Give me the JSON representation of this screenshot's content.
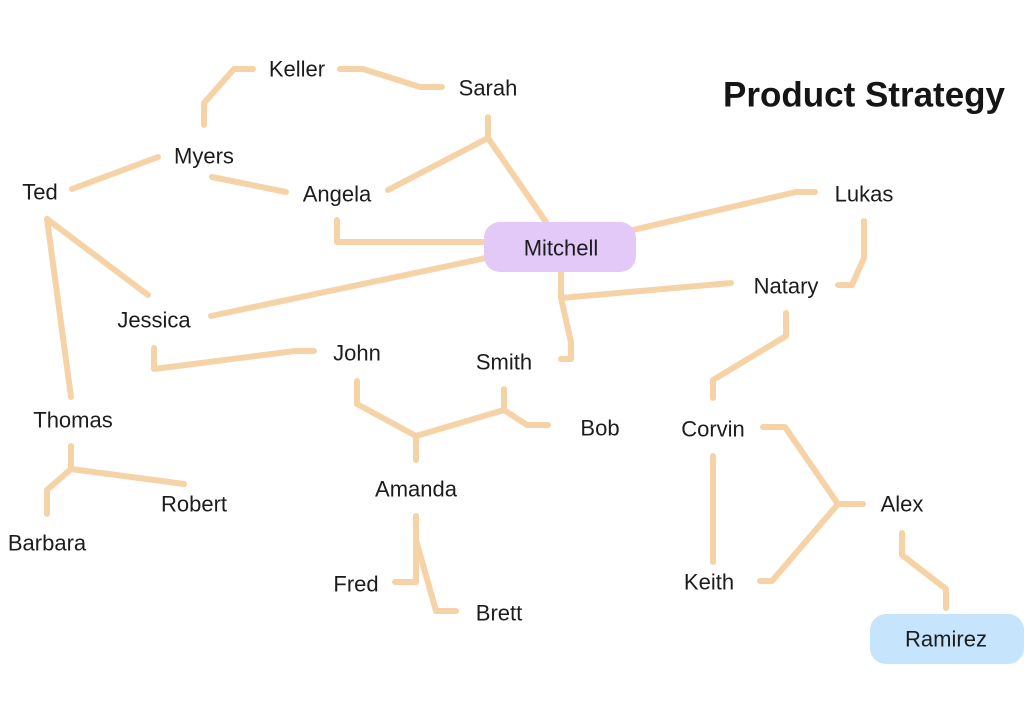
{
  "title": "Product Strategy",
  "colors": {
    "edge": "#f6d3a6",
    "mitchell_highlight": "#e2c9f8",
    "ramirez_highlight": "#c6e4fb",
    "text": "#1c1c1c"
  },
  "nodes": {
    "keller": "Keller",
    "sarah": "Sarah",
    "myers": "Myers",
    "ted": "Ted",
    "angela": "Angela",
    "lukas": "Lukas",
    "mitchell": "Mitchell",
    "natary": "Natary",
    "jessica": "Jessica",
    "john": "John",
    "smith": "Smith",
    "thomas": "Thomas",
    "bob": "Bob",
    "corvin": "Corvin",
    "amanda": "Amanda",
    "alex": "Alex",
    "robert": "Robert",
    "barbara": "Barbara",
    "fred": "Fred",
    "keith": "Keith",
    "brett": "Brett",
    "ramirez": "Ramirez"
  }
}
